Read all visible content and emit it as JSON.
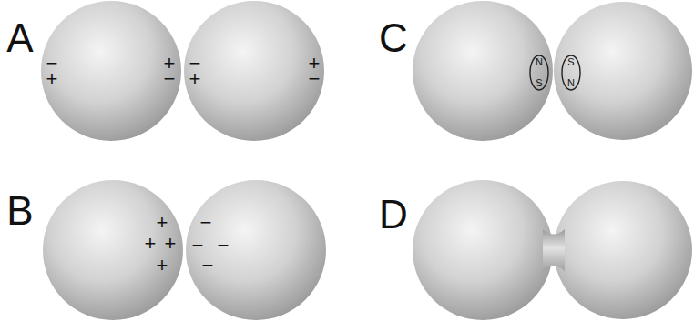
{
  "diagram": {
    "nodes": [
      {
        "text": [
          "N",
          "S"
        ]
      },
      {
        "text": [
          "S",
          "N"
        ]
      }
    ],
    "labels": [
      "A",
      "−",
      "+",
      "+",
      "−",
      "−",
      "+",
      "+",
      "−",
      "C",
      "B",
      "+",
      "+",
      "+",
      "+",
      "−",
      "−",
      "−",
      "−",
      "D"
    ]
  }
}
